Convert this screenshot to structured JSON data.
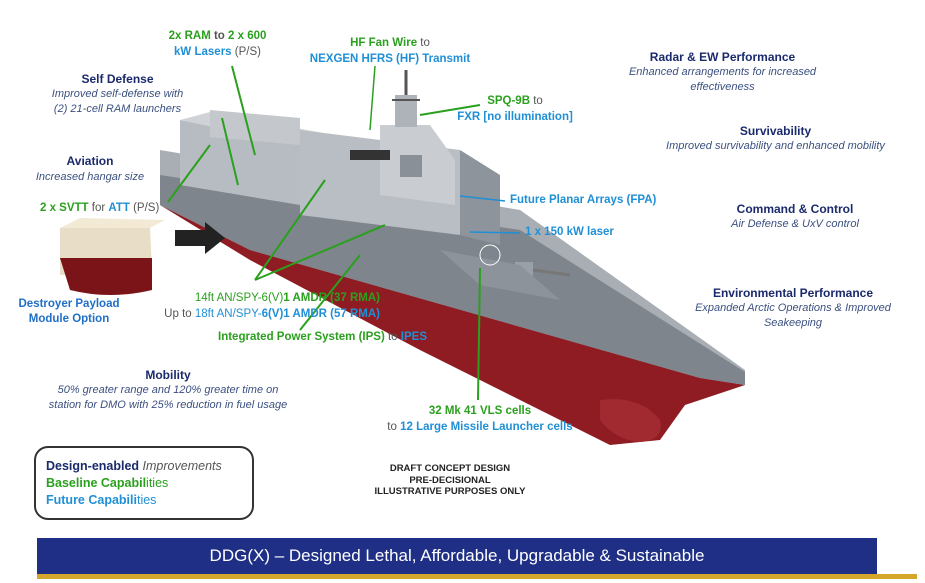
{
  "callouts": {
    "ram": {
      "part1": "2x RAM",
      "part2": " to ",
      "part3": "2 x 600",
      "part4": "kW Lasers",
      "part5": " (P/S)"
    },
    "hf": {
      "part1": "HF Fan Wire",
      "part2": " to",
      "part3": "NEXGEN HFRS (HF) Transmit"
    },
    "spq": {
      "part1": "SPQ-9B",
      "part2": " to",
      "part3": "FXR [no illumination]"
    },
    "fpa": "Future Planar Arrays (FPA)",
    "laser": "1 x 150 kW laser",
    "svtt": {
      "part1": "2 x SVTT",
      "part2": " for ",
      "part3": "ATT",
      "part4": " (P/S)"
    },
    "amdr": {
      "line1a": "14ft AN/SPY-6(V)",
      "line1b": "1 AMDR (37 RMA)",
      "line2a": "Up to ",
      "line2b": "18ft AN/SPY-",
      "line2c": "6(V)",
      "line2d": "1 AMDR (57 RMA)"
    },
    "ips": {
      "part1": "Integrated Power System (IPS)",
      "part2": " to ",
      "part3": "IPES"
    },
    "vls": {
      "part1": "32 Mk 41 VLS cells",
      "part2": "to ",
      "part3": "12 Large Missile Launcher cells"
    },
    "payload": {
      "line1": "Destroyer Payload",
      "line2": "Module Option"
    }
  },
  "left_features": {
    "self_defense": {
      "title": "Self Defense",
      "desc1": "Improved self-defense with",
      "desc2": "(2) 21-cell RAM launchers"
    },
    "aviation": {
      "title": "Aviation",
      "desc": "Increased hangar size"
    },
    "mobility": {
      "title": "Mobility",
      "desc1": "50% greater range and 120% greater time on",
      "desc2": "station for DMO with 25% reduction in fuel usage"
    }
  },
  "right_features": {
    "radar": {
      "title": "Radar & EW Performance",
      "desc1": "Enhanced arrangements for increased",
      "desc2": "effectiveness"
    },
    "survivability": {
      "title": "Survivability",
      "desc": "Improved survivability and enhanced mobility"
    },
    "c2": {
      "title": "Command & Control",
      "desc": "Air Defense & UxV control"
    },
    "environmental": {
      "title": "Environmental Performance",
      "desc1": "Expanded Arctic Operations & Improved",
      "desc2": "Seakeeping"
    }
  },
  "legend": {
    "design_a": "Design-enabled",
    "design_b": " Improvements",
    "baseline_a": "Baseline Capabil",
    "baseline_b": "ities",
    "future_a": "Future Capabili",
    "future_b": "ties"
  },
  "draft_note": {
    "line1": "DRAFT CONCEPT DESIGN",
    "line2": "PRE-DECISIONAL",
    "line3": "ILLUSTRATIVE PURPOSES ONLY"
  },
  "banner": "DDG(X) – Designed Lethal, Affordable, Upgradable & Sustainable",
  "colors": {
    "baseline": "#2aa01e",
    "future": "#1f8fd6",
    "design": "#1a2a6c",
    "banner": "#1f2f86",
    "hull_red": "#8f1c22",
    "ship_gray": "#9da3aa"
  }
}
